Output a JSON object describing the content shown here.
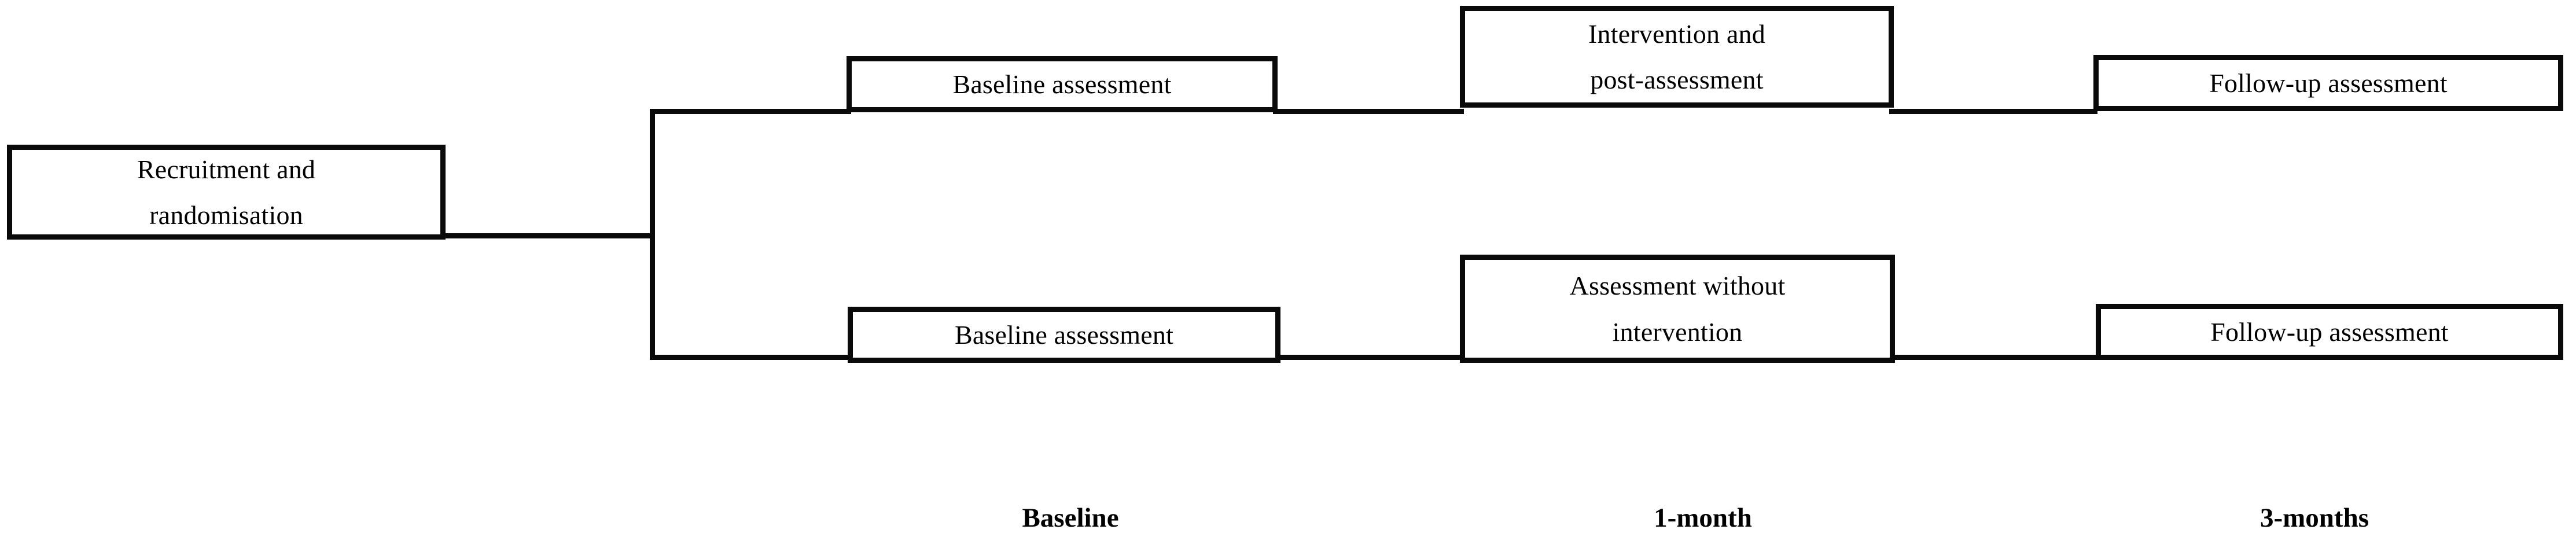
{
  "diagram": {
    "title": "Study design flow diagram",
    "line_color": "#0a0a0a",
    "background_color": "#ffffff",
    "nodes": [
      {
        "id": "recruitment",
        "label": "Recruitment and\nrandomisation"
      },
      {
        "id": "baseline-top",
        "label": "Baseline assessment"
      },
      {
        "id": "intervention",
        "label": "Intervention and\npost-assessment"
      },
      {
        "id": "followup-top",
        "label": "Follow-up assessment"
      },
      {
        "id": "baseline-bottom",
        "label": "Baseline assessment"
      },
      {
        "id": "assessment-control",
        "label": "Assessment without\nintervention"
      },
      {
        "id": "followup-bottom",
        "label": "Follow-up assessment"
      }
    ],
    "timeline": [
      {
        "id": "baseline",
        "label": "Baseline"
      },
      {
        "id": "month-1",
        "label": "1-month"
      },
      {
        "id": "month-3",
        "label": "3-months"
      }
    ]
  }
}
